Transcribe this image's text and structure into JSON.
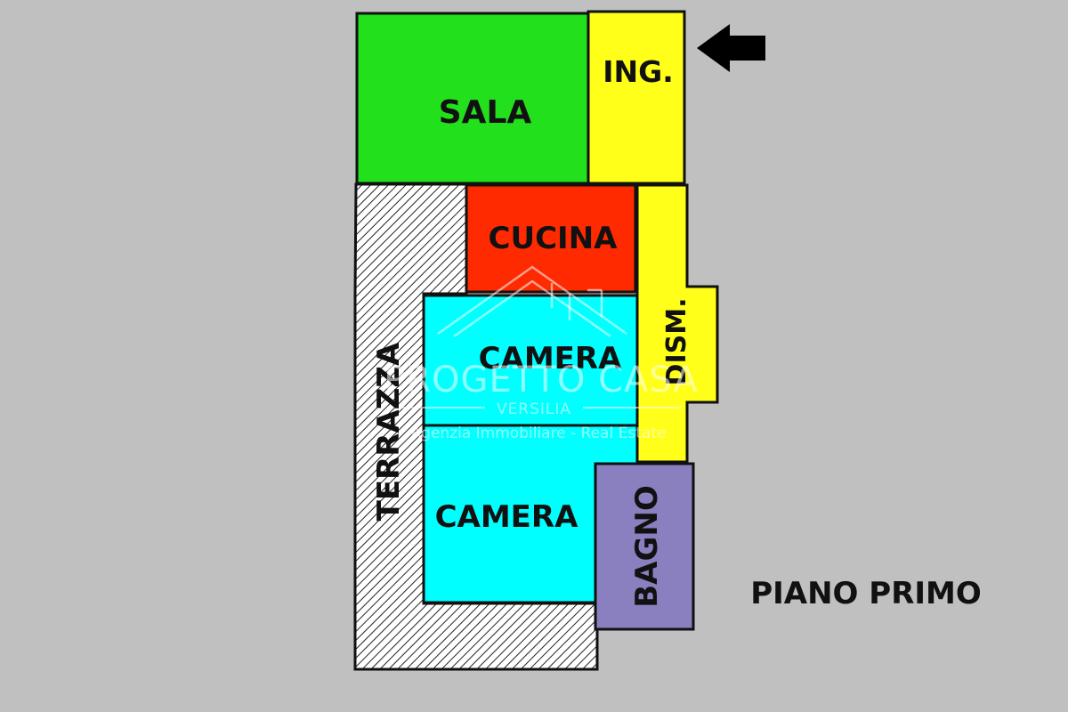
{
  "rooms": {
    "sala": {
      "label": "SALA",
      "color": "#22e01c"
    },
    "ingresso": {
      "label": "ING.",
      "color": "#ffff1a"
    },
    "cucina": {
      "label": "CUCINA",
      "color": "#ff2a00"
    },
    "disimpegno": {
      "label": "DISM.",
      "color": "#ffff1a"
    },
    "camera_1": {
      "label": "CAMERA",
      "color": "#00ffff"
    },
    "camera_2": {
      "label": "CAMERA",
      "color": "#00ffff"
    },
    "bagno": {
      "label": "BAGNO",
      "color": "#8a80c0"
    },
    "terrazza": {
      "label": "TERRAZZA",
      "pattern": "diagonal-hatch"
    }
  },
  "floor_label": "PIANO PRIMO",
  "entrance_arrow": {
    "icon": "arrow-left-icon",
    "color": "#000000"
  },
  "watermark": {
    "brand": "PROGETTO CASA",
    "location": "VERSILIA",
    "tagline": "Agenzia Immobiliare - Real Estate",
    "icon": "house-roof-icon"
  },
  "colors": {
    "background": "#c0c0c0",
    "outline": "#111111"
  }
}
